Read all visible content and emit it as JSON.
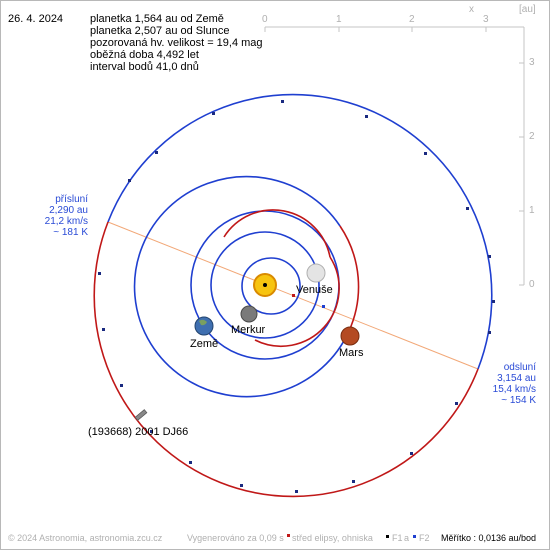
{
  "date": "26. 4. 2024",
  "info": {
    "line1": "planetka 1,564 au od Země",
    "line2": "planetka 2,507 au od Slunce",
    "line3": "pozorovaná hv. velikost = 19,4 mag",
    "line4": "oběžná doba 4,492 let",
    "line5": "interval bodů 41,0 dnů"
  },
  "axes": {
    "x_ticks": [
      "0",
      "1",
      "2",
      "3"
    ],
    "y_ticks": [
      "3",
      "2",
      "1",
      "0"
    ],
    "x_label": "x",
    "y_label": "[au]"
  },
  "perihelion": {
    "title": "přísluní",
    "distance": "2,290 au",
    "speed": "21,2 km/s",
    "temp": "~ 181 K"
  },
  "aphelion": {
    "title": "odsluní",
    "distance": "3,154 au",
    "speed": "15,4 km/s",
    "temp": "~ 154 K"
  },
  "bodies": {
    "venus": "Venuše",
    "mercury": "Merkur",
    "earth": "Země",
    "mars": "Mars",
    "asteroid": "(193668) 2001 DJ66"
  },
  "footer": {
    "copyright": "© 2024 Astronomia, astronomia.zcu.cz",
    "generated": "Vygenerováno za 0,09 s",
    "legend_center": "střed elipsy, ohniska",
    "f1": "F1",
    "a": "a",
    "f2": "F2",
    "scale": "Měřítko : 0,0136 au/bod"
  },
  "colors": {
    "orbit_blue": "#1f3fd0",
    "orbit_red": "#c01818",
    "apsides_line": "#f2a878",
    "axis_grey": "#c4c4c4",
    "label_blue": "#2a4bd6"
  }
}
